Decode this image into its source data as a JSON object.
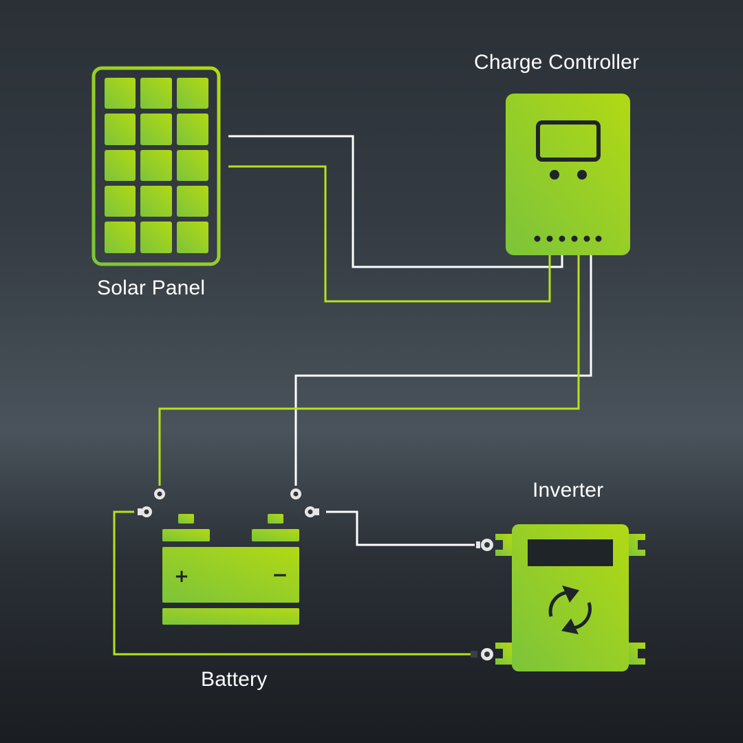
{
  "labels": {
    "solar_panel": "Solar Panel",
    "charge_controller": "Charge Controller",
    "battery": "Battery",
    "inverter": "Inverter"
  },
  "battery_symbols": {
    "positive": "+",
    "negative": "−"
  },
  "colors": {
    "accent_green": "#a6d91e",
    "accent_green_dark": "#7cc43a",
    "wire_white": "#ffffff",
    "wire_green": "#b6e21a",
    "background": "#2f353b",
    "terminal": "#e6e6e6"
  },
  "components": [
    {
      "id": "solar_panel",
      "icon": "solar-panel-icon"
    },
    {
      "id": "charge_controller",
      "icon": "charge-controller-icon"
    },
    {
      "id": "battery",
      "icon": "battery-icon"
    },
    {
      "id": "inverter",
      "icon": "inverter-icon"
    }
  ]
}
